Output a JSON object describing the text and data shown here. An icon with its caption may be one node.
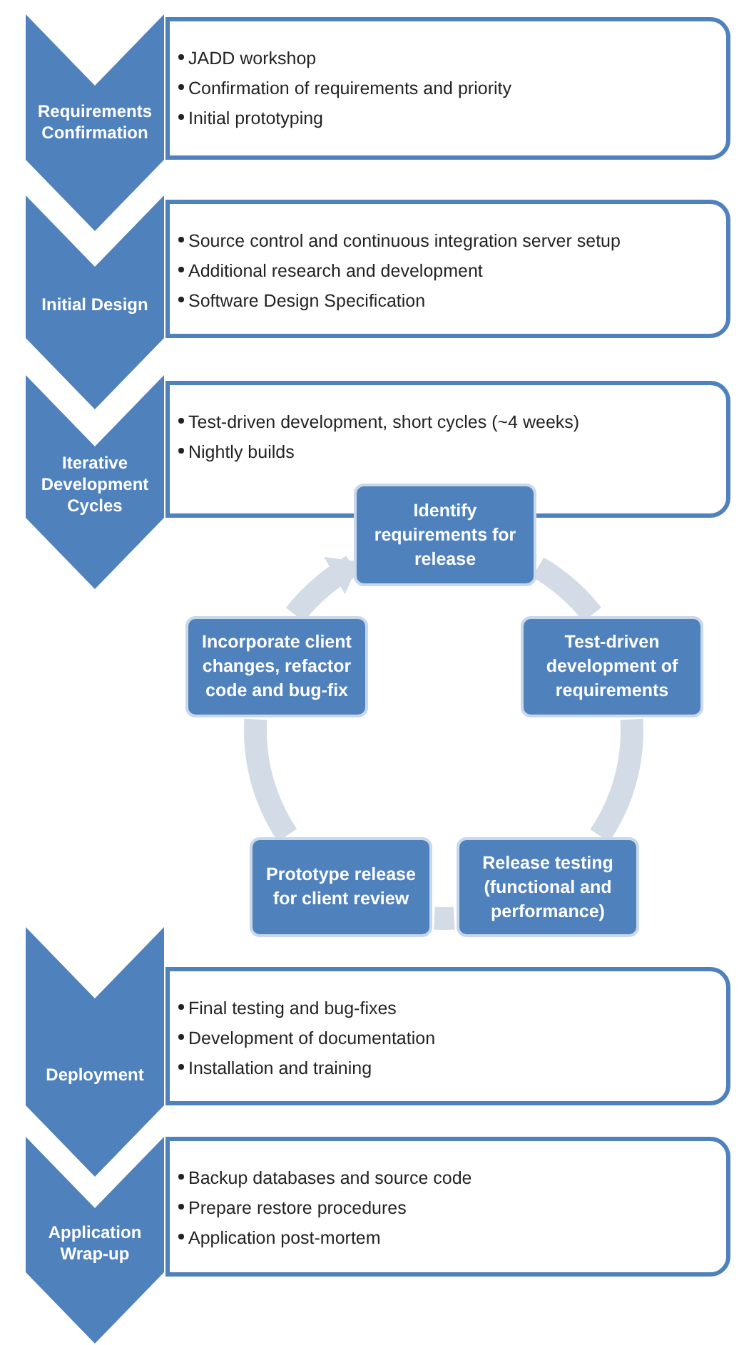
{
  "diagram": {
    "nodes": [
      {
        "text": [
          "Requirements Confirmation"
        ]
      },
      {
        "text": [
          "JADD workshop",
          "Confirmation of requirements and priority",
          "Initial prototyping"
        ]
      },
      {
        "text": [
          "Initial Design"
        ]
      },
      {
        "text": [
          "Source control and continuous integration server setup",
          "Additional research and development",
          "Software Design Specification"
        ]
      },
      {
        "text": [
          "Iterative Development Cycles"
        ]
      },
      {
        "text": [
          "Test-driven development, short cycles (~4 weeks)",
          "Nightly builds"
        ]
      },
      {
        "text": [
          "Identify requirements for release"
        ]
      },
      {
        "text": [
          "Test-driven development of requirements"
        ]
      },
      {
        "text": [
          "Release testing (functional and performance)"
        ]
      },
      {
        "text": [
          "Prototype release for client review"
        ]
      },
      {
        "text": [
          "Incorporate client changes, refactor code and bug-fix"
        ]
      },
      {
        "text": [
          "Deployment"
        ]
      },
      {
        "text": [
          "Final testing and bug-fixes",
          "Development of documentation",
          "Installation and training"
        ]
      },
      {
        "text": [
          "Application Wrap-up"
        ]
      },
      {
        "text": [
          "Backup databases and source code",
          "Prepare restore procedures",
          "Application post-mortem"
        ]
      }
    ],
    "edges": [
      {
        "from": 6,
        "to": 7,
        "arrow": "none"
      },
      {
        "from": 7,
        "to": 8,
        "arrow": "none"
      },
      {
        "from": 8,
        "to": 9,
        "arrow": "none"
      },
      {
        "from": 9,
        "to": 10,
        "arrow": "none"
      },
      {
        "from": 10,
        "to": 6,
        "arrow": "to"
      }
    ]
  }
}
